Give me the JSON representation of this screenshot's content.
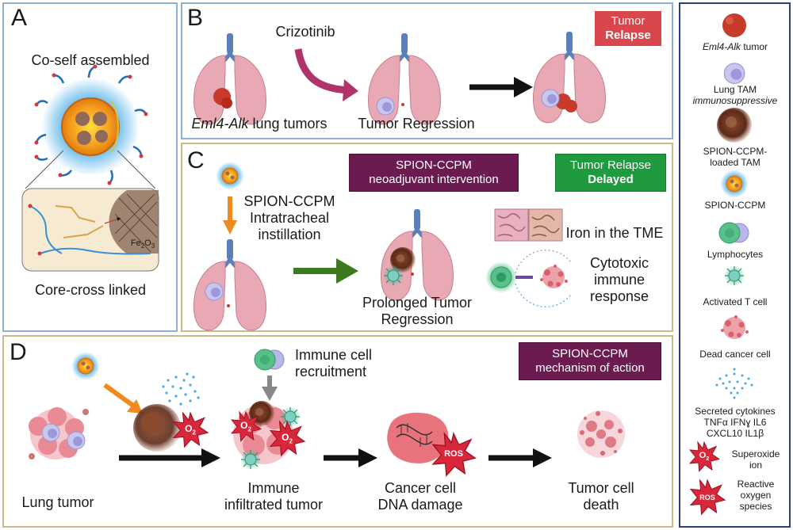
{
  "panel_a": {
    "label": "A",
    "top_text": "Co-self assembled",
    "bottom_text": "Core-cross linked",
    "fe_label": "Fe",
    "fe_sub": "2",
    "fe_o": "O",
    "fe_sub2": "3"
  },
  "panel_b": {
    "label": "B",
    "drug": "Crizotinib",
    "tumor_label_ital": "Eml4-Alk",
    "tumor_label_rest": " lung tumors",
    "regression": "Tumor Regression",
    "badge_line1": "Tumor",
    "badge_line2": "Relapse"
  },
  "panel_c": {
    "label": "C",
    "instill_line1": "SPION-CCPM",
    "instill_line2": "Intratracheal",
    "instill_line3": "instillation",
    "badge_purple_line1": "SPION-CCPM",
    "badge_purple_line2": "neoadjuvant intervention",
    "badge_green_line1": "Tumor Relapse",
    "badge_green_line2": "Delayed",
    "prolonged_line1": "Prolonged Tumor",
    "prolonged_line2": "Regression",
    "iron": "Iron in the TME",
    "cyto_line1": "Cytotoxic",
    "cyto_line2": "immune",
    "cyto_line3": "response"
  },
  "panel_d": {
    "label": "D",
    "recruit_line1": "Immune cell",
    "recruit_line2": "recruitment",
    "badge_line1": "SPION-CCPM",
    "badge_line2": "mechanism of action",
    "lung_tumor": "Lung tumor",
    "infiltrated_line1": "Immune",
    "infiltrated_line2": "infiltrated tumor",
    "dna_line1": "Cancer cell",
    "dna_line2": "DNA damage",
    "death_line1": "Tumor cell",
    "death_line2": "death",
    "o2": "O",
    "o2_sub": "2",
    "ros": "ROS"
  },
  "legend": {
    "eml4_ital": "Eml4-Alk",
    "eml4_rest": " tumor",
    "tam_line1": "Lung TAM",
    "tam_line2": "immunosuppressive",
    "loaded_line1": "SPION-CCPM-",
    "loaded_line2": "loaded TAM",
    "spion": "SPION-CCPM",
    "lymph": "Lymphocytes",
    "tcell": "Activated T cell",
    "dead": "Dead cancer cell",
    "cyto_line1": "Secreted cytokines",
    "cyto_line2": "TNFα IFNɣ IL6",
    "cyto_line3": "CXCL10 IL1β",
    "superoxide_line1": "Superoxide",
    "superoxide_line2": "ion",
    "ros_badge": "ROS",
    "ros_line1": "Reactive",
    "ros_line2": "oxygen",
    "ros_line3": "species"
  },
  "colors": {
    "lung": "#e8a9b4",
    "trachea": "#5b7fb8",
    "tumor": "#c83a2a",
    "tam": "#b7b4e6",
    "arrow_purple": "#b0336a",
    "arrow_green": "#3b7a1d",
    "arrow_orange": "#ef8a1e",
    "arrow_black": "#111111",
    "burst": "#d8263a",
    "cancer": "#e9737d"
  }
}
